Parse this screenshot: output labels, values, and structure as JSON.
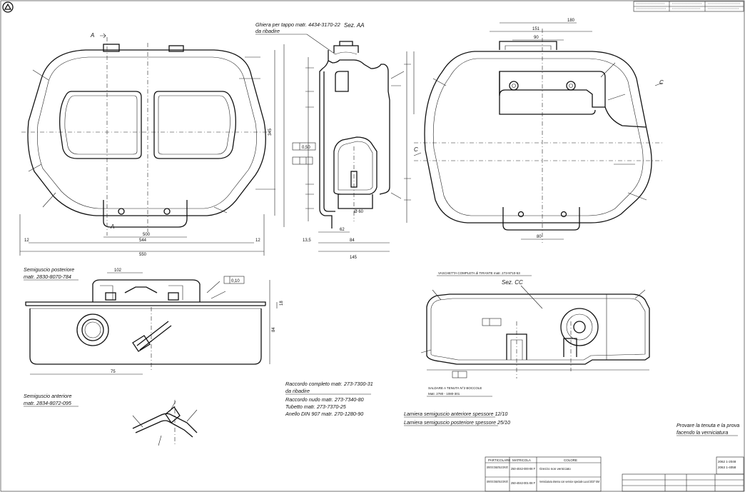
{
  "title_block": {
    "col_particolare": "PARTICOLARE",
    "col_matricola": "MATRICOLA",
    "col_colore": "COLORE",
    "row1_part": "SERBATOIO COMBUSTIBILE COMPLETO",
    "row1_code": "250-4042-000-08 F",
    "row1_colour": "Grezzo non verniciato",
    "row2_part": "SERBATOIO COMBUSTIBILE COMPLETO",
    "row2_code": "250-4042-001-08 F",
    "row2_colour": "Verniciatura interna con vernice speciale Luxol 2037 SM",
    "corner_code_1": "2062 1-2048",
    "corner_code_2": "2063 1-4058"
  },
  "notes": {
    "ghiera": "Ghiera per tappo matr. 4434-3170-22",
    "ghiera_2": "da ribadire",
    "sez_aa": "Sez. AA",
    "sez_cc": "Sez. CC",
    "semiguscio_post": "Semiguscio posteriore",
    "semiguscio_post_code": "matr. 2830-8070-784",
    "semiguscio_ant": "Semiguscio anteriore",
    "semiguscio_ant_code": "matr. 2834-8072-095",
    "raccordo_1": "Raccordo completo matr. 273-7300-31",
    "raccordo_2": "da ribadire",
    "raccordo_3": "Raccordo nudo matr. 273-7340-80",
    "raccordo_4": "Tubetto matr. 273-7370-25",
    "raccordo_5": "Anello DIN 907 matr. 270-1280-90",
    "lamiera_1": "Lamiera semiguscio anteriore spessore 12/10",
    "lamiera_2": "Lamiera semiguscio posteriore spessore 25/10",
    "vaschetta": "VASCHETTA COMPLETA di TIRANTE matr. 273-9710-53",
    "saldare": "SALDARE A TENUTA N°2 BOCCOLE",
    "saldare_code": "Matr. 2780 - 1080-301",
    "provare_1": "Provare la tenuta e la prova",
    "provare_2": "facendo la verniciatura"
  },
  "dimensions": {
    "d_550": "550",
    "d_544": "544",
    "d_500": "500",
    "d_12a": "12",
    "d_12b": "12",
    "d_18": "18",
    "d_345": "345",
    "d_84": "84",
    "d_102": "102",
    "d_75": "75",
    "d_180": "180",
    "d_151": "151",
    "d_90": "90",
    "d_80": "80",
    "d_62": "62",
    "d_60": "60",
    "d_135": "13,5",
    "d_145": "145",
    "d_sezaa_60": "Ø 60",
    "d_050": "0,50",
    "d_010": "0,10"
  },
  "section_marks": {
    "a_top": "A",
    "a_bottom": "A",
    "c_right": "C",
    "c_left": "C"
  },
  "logo_glyph": "△"
}
